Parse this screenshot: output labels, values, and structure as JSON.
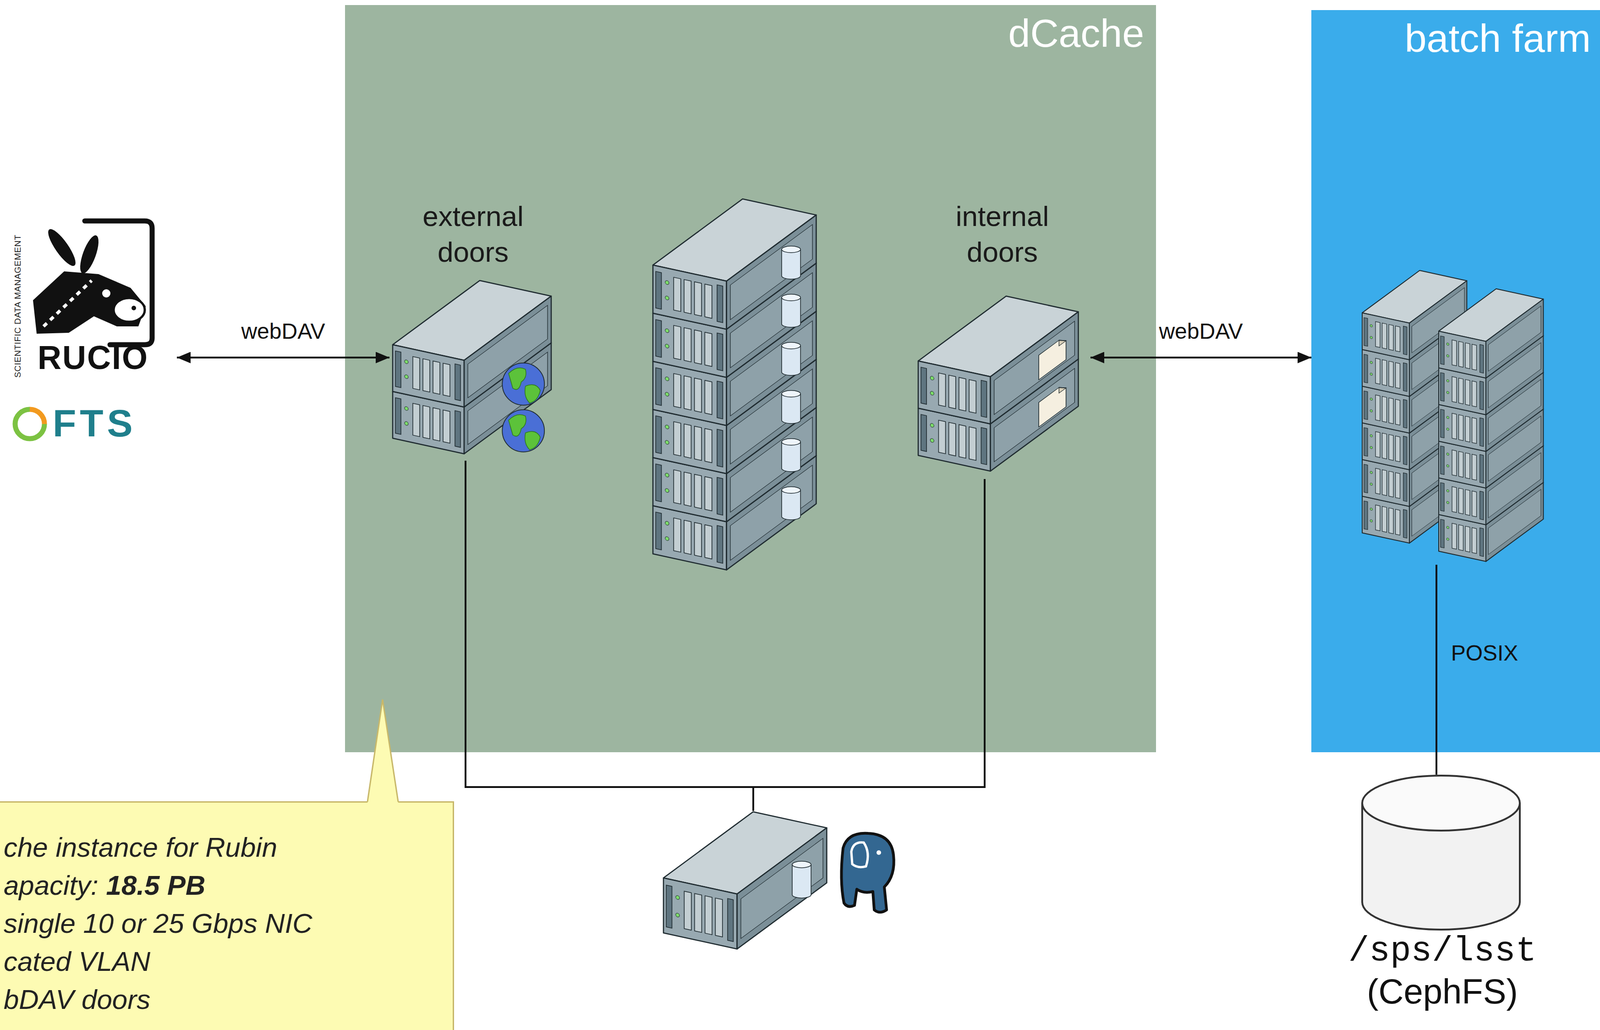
{
  "diagram": {
    "nodes": [
      {
        "text": [
          "SCIENTIFIC DATA MANAGEMENT",
          "RUCIO",
          "FTS"
        ]
      },
      {
        "text": [
          "dCache"
        ]
      },
      {
        "text": [
          "external doors"
        ],
        "in": 1
      },
      {
        "text": [
          "internal doors"
        ],
        "in": 1
      },
      {
        "text": [
          "batch farm"
        ]
      },
      {
        "text": [
          "/sps/lsst",
          "(CephFS)"
        ]
      },
      {
        "text": [
          "che instance for Rubin",
          "apacity:",
          "18.5 PB",
          "single 10 or 25 Gbps NIC",
          "cated VLAN",
          "bDAV doors"
        ]
      }
    ],
    "edges": [
      {
        "from": 0,
        "to": 2,
        "label": "webDAV",
        "arrow": "both"
      },
      {
        "from": 3,
        "to": 4,
        "label": "webDAV",
        "arrow": "both"
      },
      {
        "from": 2,
        "to": 3,
        "arrow": "none"
      },
      {
        "from": 4,
        "to": 5,
        "label": "POSIX",
        "arrow": "none"
      }
    ]
  }
}
